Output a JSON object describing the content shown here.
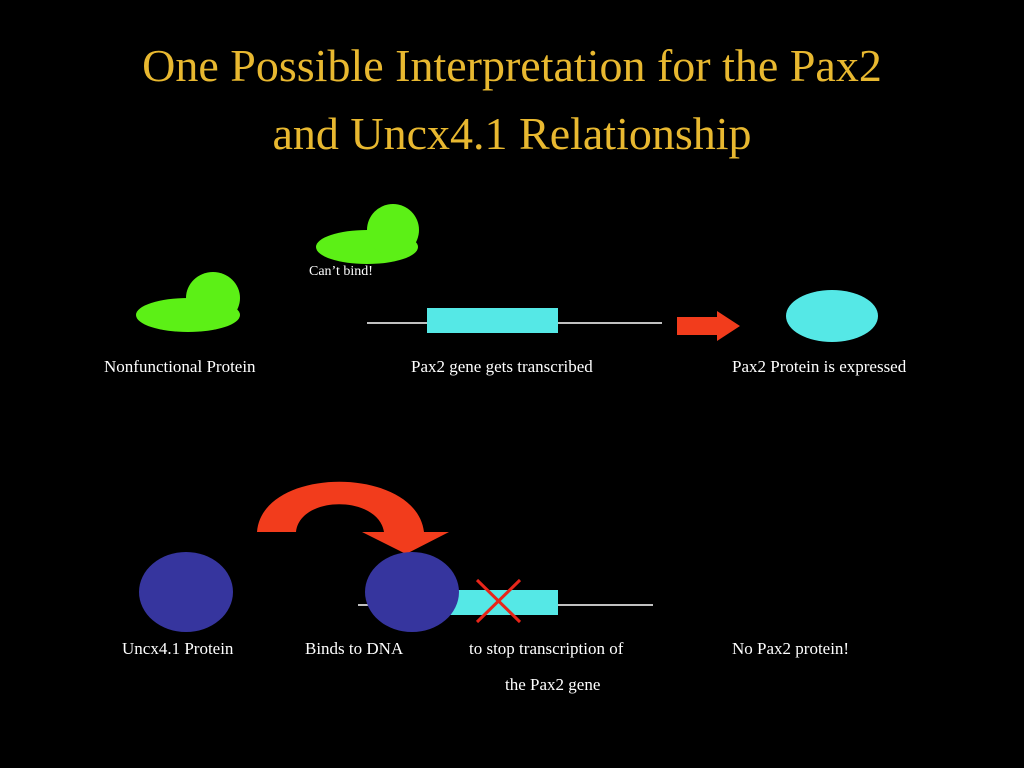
{
  "title": {
    "line1": "One Possible Interpretation for the Pax2",
    "line2": "and Uncx4.1 Relationship"
  },
  "top_row": {
    "cant_bind": "Can’t bind!",
    "nonfunctional_protein": "Nonfunctional Protein",
    "gene_transcribed": "Pax2 gene gets transcribed",
    "protein_expressed": "Pax2 Protein is expressed"
  },
  "bottom_row": {
    "uncx_protein": "Uncx4.1 Protein",
    "binds_dna": "Binds to DNA",
    "stop_transcription_line1": "to stop transcription of",
    "stop_transcription_line2": "the Pax2 gene",
    "no_protein": "No  Pax2  protein!"
  },
  "colors": {
    "title": "#e8b830",
    "nonfunctional_protein": "#5cf016",
    "gene": "#55e8e6",
    "pax2_protein": "#55e8e6",
    "arrow": "#f23c1c",
    "uncx_protein": "#36359e",
    "dna_line": "#ffffff",
    "block_mark": "#e8261a"
  }
}
